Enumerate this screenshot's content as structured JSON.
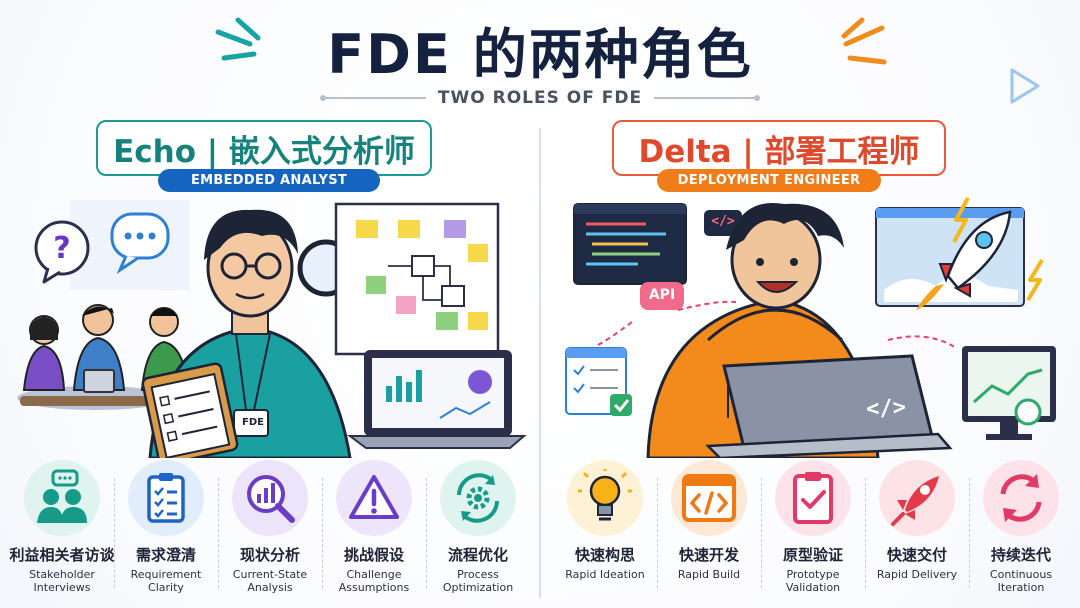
{
  "header": {
    "title": "FDE 的两种角色",
    "subtitle": "TWO ROLES OF FDE"
  },
  "echo": {
    "title": "Echo | 嵌入式分析师",
    "pill": "EMBEDDED ANALYST",
    "badge": "FDE",
    "skills": [
      {
        "zh": "利益相关者访谈",
        "en": "Stakeholder Interviews",
        "icon": "people-chat-icon"
      },
      {
        "zh": "需求澄清",
        "en": "Requirement Clarity",
        "icon": "checklist-clipboard-icon"
      },
      {
        "zh": "现状分析",
        "en": "Current-State Analysis",
        "icon": "magnifier-chart-icon"
      },
      {
        "zh": "挑战假设",
        "en": "Challenge Assumptions",
        "icon": "warning-triangle-icon"
      },
      {
        "zh": "流程优化",
        "en": "Process Optimization",
        "icon": "gear-cycle-icon"
      }
    ]
  },
  "delta": {
    "title": "Delta | 部署工程师",
    "pill": "DEPLOYMENT ENGINEER",
    "api_label": "API",
    "code_tag": "</>",
    "skills": [
      {
        "zh": "快速构思",
        "en": "Rapid Ideation",
        "icon": "lightbulb-icon"
      },
      {
        "zh": "快速开发",
        "en": "Rapid Build",
        "icon": "code-window-icon"
      },
      {
        "zh": "原型验证",
        "en": "Prototype Validation",
        "icon": "check-clipboard-icon"
      },
      {
        "zh": "快速交付",
        "en": "Rapid Delivery",
        "icon": "rocket-icon"
      },
      {
        "zh": "持续迭代",
        "en": "Continuous Iteration",
        "icon": "cycle-arrows-icon"
      }
    ]
  },
  "colors": {
    "echo_accent": "#1d9a94",
    "echo_pill": "#1565c0",
    "delta_accent": "#ea5a3a",
    "delta_pill": "#f07d1a",
    "title": "#14213f"
  }
}
